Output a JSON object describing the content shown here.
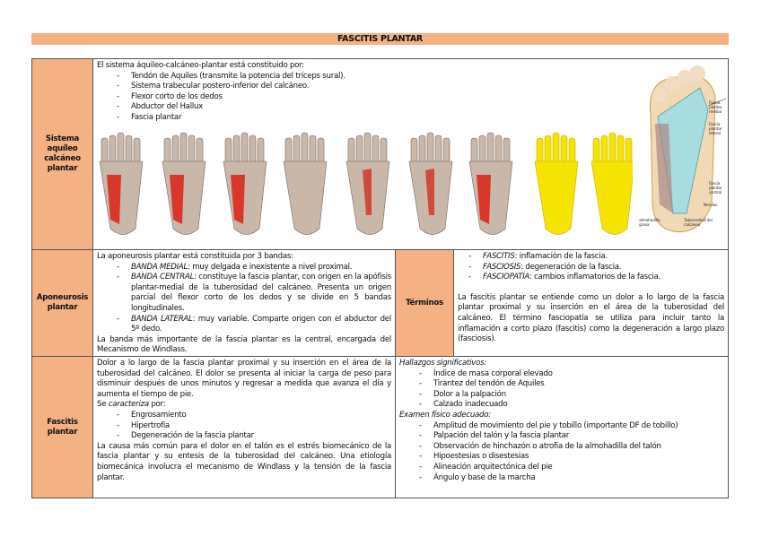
{
  "title": "FASCITIS PLANTAR",
  "colors": {
    "header": "#f4b183",
    "border": "#555555"
  },
  "row1": {
    "label": "Sistema aquíleo calcáneo plantar",
    "intro": "El sistema áquileo-calcáneo-plantar está constituido por:",
    "items": [
      "Tendón de Aquiles (transmite la potencia del tríceps sural).",
      "Sistema trabecular postero-inferior del calcáneo.",
      "Flexor corto de los dedos",
      "Abductor del Hallux",
      "Fascia plantar"
    ],
    "diagram_labels": [
      "Fascia plantar medial",
      "Fascia plantar lateral",
      "Fascia plantar central",
      "Nervios",
      "almohadilla grasa",
      "Tuberosidad del calcáneo"
    ]
  },
  "row2": {
    "label": "Aponeurosis plantar",
    "intro": "La aponeurosis plantar está constituida por 3 bandas:",
    "bands": [
      {
        "name": "BANDA MEDIAL",
        "text": ": muy delgada e inexistente a nivel proximal."
      },
      {
        "name": "BANDA CENTRAL",
        "text": ": constituye la fascia plantar, con origen en la apófisis plantar-medial de la tuberosidad del calcáneo. Presenta un origen parcial del flexor corto de los dedos y se divide en 5 bandas longitudinales."
      },
      {
        "name": "BANDA LATERAL",
        "text": ": muy variable. Comparte origen con el abductor del 5º dedo."
      }
    ],
    "outro": "La banda más importante de la fascia plantar es la central, encargada del Mecanismo de Windlass."
  },
  "terms": {
    "label": "Términos",
    "items": [
      {
        "name": "FASCITIS",
        "text": ": inflamación de la fascia."
      },
      {
        "name": "FASCIOSIS",
        "text": ": degeneración de la fascia."
      },
      {
        "name": "FASCIOPATÍA",
        "text": ": cambios inflamatorios de la fascia."
      }
    ],
    "paragraph": "La fascitis plantar se entiende como un dolor a lo largo de la fascia plantar proximal y su inserción en el área de la tuberosidad del calcáneo. El término fasciopatía se utiliza para incluir tanto la inflamación a corto plazo (fascitis) como la degeneración a largo plazo (fasciosis)."
  },
  "row3": {
    "label": "Fascitis plantar",
    "p1": "Dolor a lo largo de la fascia plantar proximal y su inserción en el área de la tuberosidad del calcáneo. El dolor se presenta al iniciar la carga de peso para disminuir después de unos minutos y regresar a medida que avanza el día y aumenta el tiempo de pie.",
    "char_pre": "Se ",
    "char_it": "caracteriza",
    "char_post": " por:",
    "char_items": [
      "Engrosamiento",
      "Hipertrofia",
      "Degeneración de la fascia plantar"
    ],
    "p2": "La causa más común para el dolor en el talón es el estrés biomecánico de la fascia plantar y su entesis de la tuberosidad del calcáneo. Una etiología biomecánica involucra el mecanismo de Windlass y la tensión de la fascia plantar.",
    "findings_title": "Hallazgos significativos:",
    "findings": [
      "Índice de masa corporal elevado",
      "Tirantez del tendón de Aquiles",
      "Dolor a la palpación",
      "Calzado inadecuado"
    ],
    "exam_title": "Examen físico adecuado:",
    "exam": [
      "Amplitud de movimiento del pie y tobillo (importante DF de tobillo)",
      "Palpación del talón y la fascia plantar",
      "Observación de hinchazón o atrofia de la almohadilla del talón",
      "Hipoestesias o disestesias",
      "Alineación arquitectónica del pie",
      "Ángulo y base de la marcha"
    ]
  }
}
